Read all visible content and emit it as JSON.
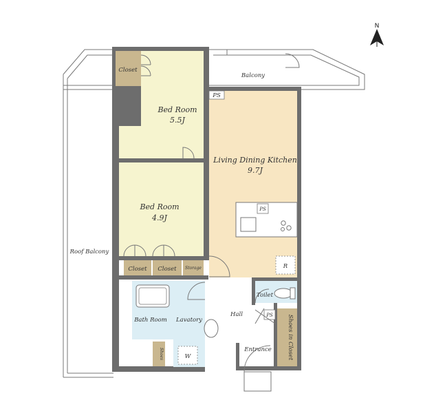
{
  "compass": {
    "north_label": "N"
  },
  "rooms": {
    "bedroom1": {
      "name": "Bed Room",
      "size": "5.5J"
    },
    "bedroom2": {
      "name": "Bed Room",
      "size": "4.9J"
    },
    "ldk": {
      "name": "Living Dining Kitchen",
      "size": "9.7J"
    }
  },
  "labels": {
    "closet_top": "Closet",
    "balcony": "Balcony",
    "roof_balcony": "Roof Balcony",
    "ps_top": "PS",
    "ps_kitchen": "PS",
    "ps_hall": "PS",
    "closet_left": "Closet",
    "closet_right": "Closet",
    "storage": "Storage",
    "refrigerator": "R",
    "toilet": "Toilet",
    "hall": "Hall",
    "bath_room": "Bath Room",
    "lavatory": "Lavatory",
    "washer": "W",
    "shoes_small": "Shoes",
    "shoes_in_closet": "Shoes in Closet",
    "entrance": "Entrance"
  },
  "colors": {
    "bedroom_fill": "#f6f4cf",
    "ldk_fill": "#f8e6c2",
    "closet_fill": "#c9b78f",
    "wet_fill": "#dceef5",
    "hall_fill": "#ffffff",
    "wall": "#6d6d6d"
  }
}
